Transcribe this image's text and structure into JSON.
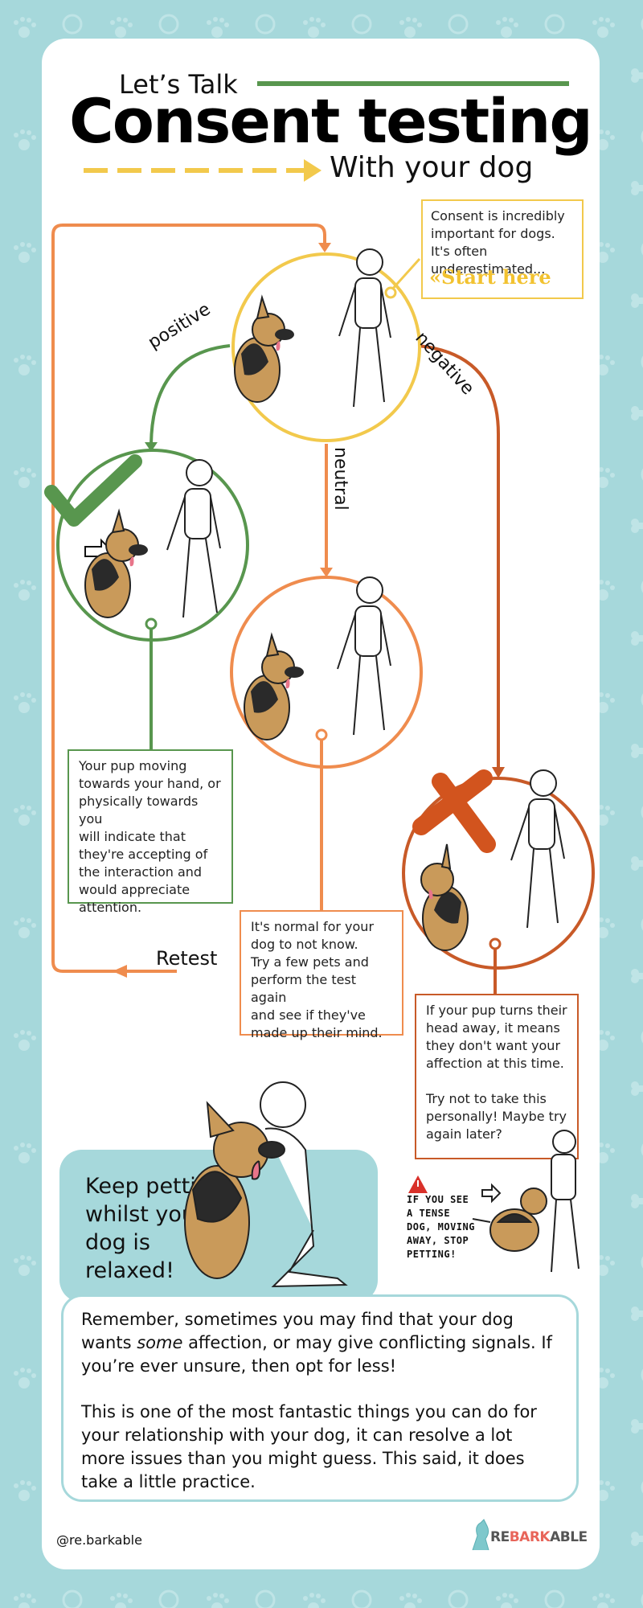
{
  "header": {
    "lets_talk": "Let’s Talk",
    "title": "Consent testing",
    "subtitle": "With your dog"
  },
  "intro": {
    "text": "Consent is incredibly important for dogs. It's often underestimated...",
    "start_label": "«Start here"
  },
  "flow": {
    "positive": "positive",
    "negative": "negative",
    "neutral": "neutral",
    "retest": "Retest"
  },
  "outcomes": {
    "positive_lines": [
      "Your pup moving",
      "towards your hand, or",
      "physically towards you",
      "will indicate that",
      "they're accepting of",
      "the interaction and",
      "would appreciate",
      "attention."
    ],
    "neutral_lines": [
      "It's normal for your",
      "dog to not know.",
      "Try a few pets and",
      "perform the test again",
      "and see if they've",
      "made up their mind."
    ],
    "negative_lines": [
      "If your pup turns their",
      "head away, it means",
      "they don't want your",
      "affection at this time.",
      "",
      "Try not to take this",
      "personally! Maybe try",
      "again later?"
    ]
  },
  "keep": {
    "lines": [
      "Keep petting",
      "whilst your",
      "dog is",
      "relaxed!"
    ]
  },
  "warning": {
    "lines": [
      "IF YOU SEE",
      "A TENSE",
      "DOG, MOVING",
      "AWAY, STOP",
      "PETTING!"
    ]
  },
  "remember": {
    "p1_before": "Remember, sometimes you may find that your dog wants ",
    "p1_em": "some",
    "p1_after": " affection, or may give conflicting signals. If you’re ever unsure, then opt for less!",
    "p2": "This is one of the most fantastic things you can do for your relationship with your dog, it can resolve a lot more issues than you might guess. This said, it does take a little practice."
  },
  "footer": {
    "handle": "@re.barkable",
    "brand_pre": "RE",
    "brand_mid": "BARK",
    "brand_post": "ABLE"
  },
  "colors": {
    "background": "#a6d8db",
    "yellow": "#f2c94c",
    "green": "#58964e",
    "orange": "#ef8c4e",
    "rust": "#c85a28"
  },
  "icons": [
    "checkmark-icon",
    "cross-icon",
    "warning-icon",
    "arrow-icon",
    "dog-illustration",
    "person-illustration"
  ]
}
